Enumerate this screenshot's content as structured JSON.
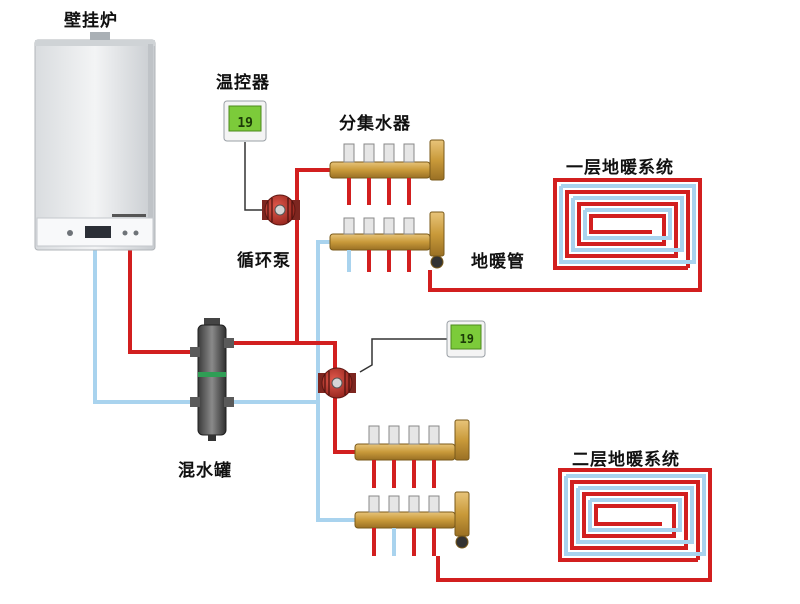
{
  "labels": {
    "boiler": "壁挂炉",
    "thermostat": "温控器",
    "manifold": "分集水器",
    "pump": "循环泵",
    "floor1_system": "一层地暖系统",
    "floor_pipe": "地暖管",
    "mixing_tank": "混水罐",
    "floor2_system": "二层地暖系统"
  },
  "thermostat_readout": "19",
  "colors": {
    "supply_pipe": "#d21f1f",
    "return_pipe": "#a9d3ee",
    "brass": "#c99a3a",
    "pump_body": "#b8332b",
    "boiler_body": "#e6e8ea",
    "thermostat_screen": "#7ccb3a"
  },
  "icons": [
    "gas-boiler",
    "thermostat",
    "circulation-pump",
    "manifold",
    "mixing-tank",
    "floor-heating-coil"
  ]
}
